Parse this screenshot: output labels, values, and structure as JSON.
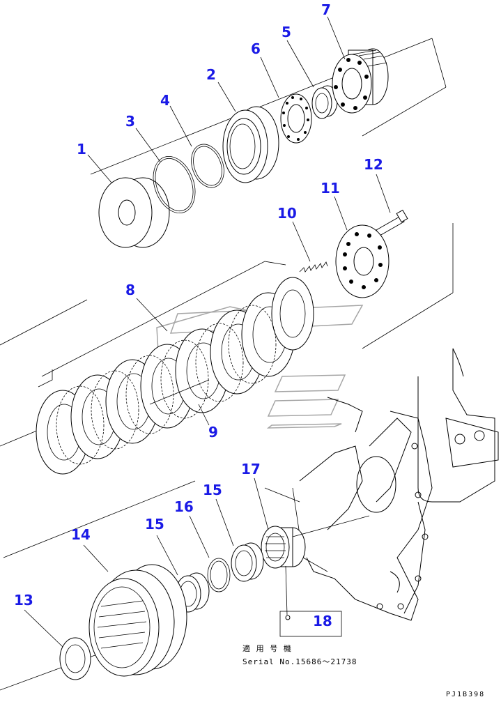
{
  "callouts": {
    "c1": "1",
    "c2": "2",
    "c3": "3",
    "c4": "4",
    "c5": "5",
    "c6": "6",
    "c7": "7",
    "c8": "8",
    "c9": "9",
    "c10": "10",
    "c11": "11",
    "c12": "12",
    "c13": "13",
    "c14": "14",
    "c15a": "15",
    "c15b": "15",
    "c16": "16",
    "c17": "17",
    "c18": "18"
  },
  "notes": {
    "applicable": "適 用 号 機",
    "serial": "Serial No.15686～21738"
  },
  "drawing_code": "PJ1B398"
}
